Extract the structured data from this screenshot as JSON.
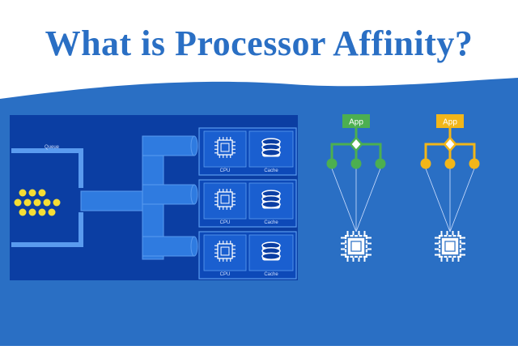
{
  "title": "What is Processor Affinity?",
  "colors": {
    "title": "#2a6fc4",
    "background_blue": "#2a6fc4",
    "panel_dark": "#0b3ea3",
    "pipe": "#2f7be0",
    "queue_dot": "#f5dd35",
    "affinity_green": "#4caf50",
    "affinity_yellow": "#f2b619"
  },
  "queue": {
    "label": "Queue",
    "dot_rows": [
      3,
      5,
      4
    ]
  },
  "servers": [
    {
      "cpu_label": "CPU",
      "cache_label": "Cache",
      "cpu_icon": "cpu-chip-icon",
      "cache_icon": "database-icon"
    },
    {
      "cpu_label": "CPU",
      "cache_label": "Cache",
      "cpu_icon": "cpu-chip-icon",
      "cache_icon": "database-icon"
    },
    {
      "cpu_label": "CPU",
      "cache_label": "Cache",
      "cpu_icon": "cpu-chip-icon",
      "cache_icon": "database-icon"
    }
  ],
  "affinity_trees": [
    {
      "app_label": "App",
      "color": "#4caf50",
      "node_count": 3,
      "cpu_icon": "cpu-chip-icon"
    },
    {
      "app_label": "App",
      "color": "#f2b619",
      "node_count": 3,
      "cpu_icon": "cpu-chip-icon"
    }
  ]
}
